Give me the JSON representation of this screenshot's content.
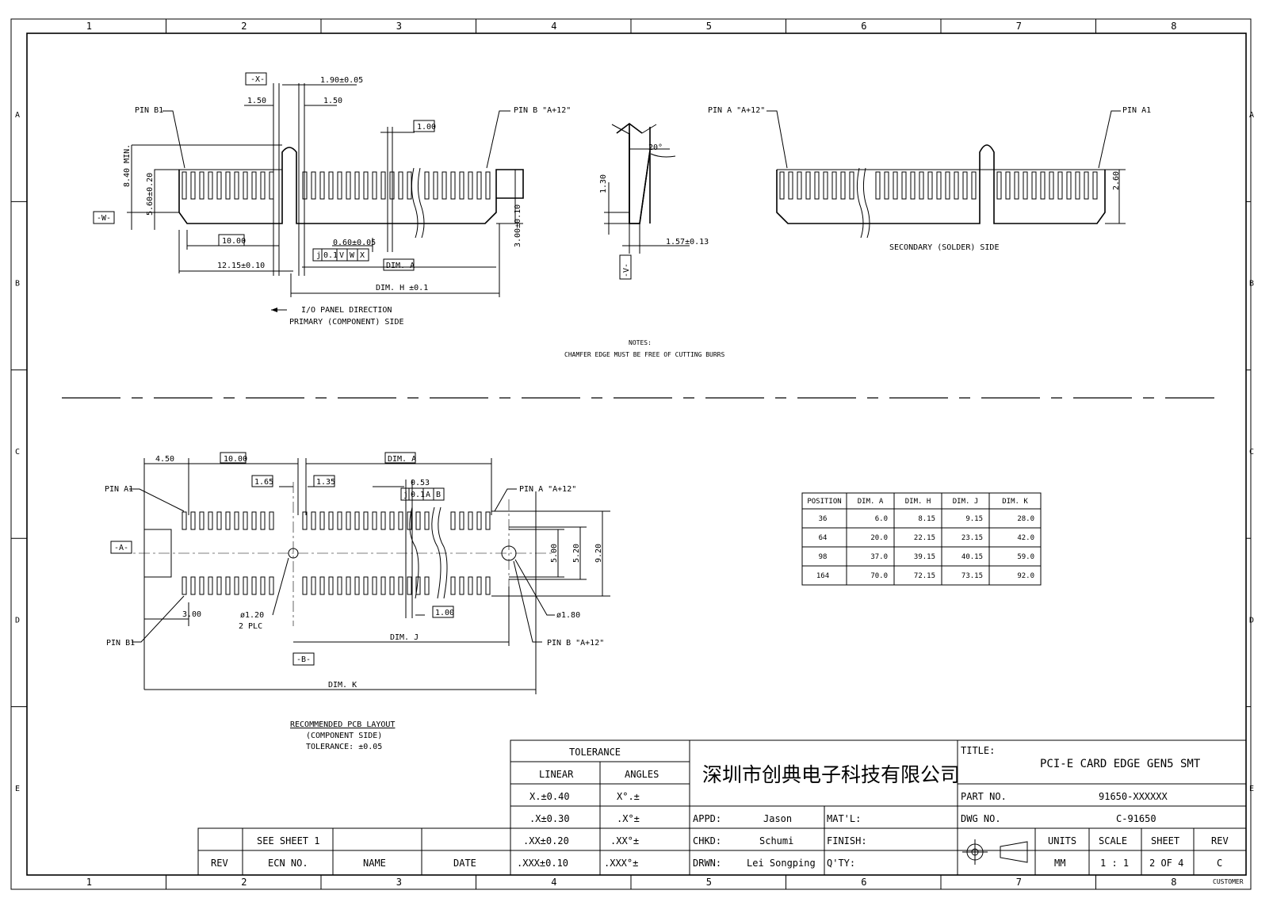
{
  "frame": {
    "col_zones": [
      "1",
      "2",
      "3",
      "4",
      "5",
      "6",
      "7",
      "8"
    ],
    "row_zones": [
      "A",
      "B",
      "C",
      "D",
      "E"
    ]
  },
  "primary_view": {
    "x_datum": "-X-",
    "w_datum": "-W-",
    "pin_b1": "PIN B1",
    "pin_b_last": "PIN B \"A+12\"",
    "dim_190": "1.90±0.05",
    "dim_150_left": "1.50",
    "dim_150_right": "1.50",
    "dim_100": "1.00",
    "dim_840": "8.40 MIN.",
    "dim_560": "5.60±0.20",
    "dim_300": "3.00±0.10",
    "dim_10": "10.00",
    "dim_1215": "12.15±0.10",
    "dim_060": "0.60±0.05",
    "fcf": [
      "j",
      "0.1",
      "V",
      "W",
      "X"
    ],
    "dim_a": "DIM. A",
    "dim_h": "DIM. H ±0.1",
    "io_dir": "I/O PANEL DIRECTION",
    "caption": "PRIMARY (COMPONENT) SIDE"
  },
  "chamfer_view": {
    "angle": "20°",
    "dim_130": "1.30",
    "dim_157": "1.57±0.13",
    "v_datum": "-V-"
  },
  "secondary_view": {
    "pin_a_last": "PIN A \"A+12\"",
    "pin_a1": "PIN A1",
    "dim_260": "2.60",
    "caption": "SECONDARY (SOLDER) SIDE"
  },
  "notes": {
    "title": "NOTES:",
    "line1": "CHAMFER EDGE MUST BE FREE OF CUTTING BURRS"
  },
  "pcb_layout": {
    "dim_450": "4.50",
    "dim_10": "10.00",
    "dim_a": "DIM. A",
    "dim_165": "1.65",
    "dim_135": "1.35",
    "dim_053": "0.53",
    "fcf": [
      "j",
      "0.1",
      "A",
      "B"
    ],
    "pin_a1": "PIN A1",
    "pin_a_last": "PIN A \"A+12\"",
    "a_datum": "-A-",
    "dim_500": "5.00",
    "dim_520": "5.20",
    "dim_920": "9.20",
    "pin_b1": "PIN B1",
    "dim_300": "3.00",
    "hole_120": "ø1.20",
    "hole_120_qty": "2 PLC",
    "dim_100": "1.00",
    "hole_180": "ø1.80",
    "pin_b_last": "PIN B \"A+12\"",
    "dim_j": "DIM. J",
    "b_datum": "-B-",
    "dim_k": "DIM. K",
    "caption1": "RECOMMENDED PCB LAYOUT",
    "caption2": "(COMPONENT SIDE)",
    "caption3": "TOLERANCE: ±0.05"
  },
  "dim_table": {
    "headers": [
      "POSITION",
      "DIM. A",
      "DIM. H",
      "DIM. J",
      "DIM. K"
    ],
    "rows": [
      [
        "36",
        "6.0",
        "8.15",
        "9.15",
        "28.0"
      ],
      [
        "64",
        "20.0",
        "22.15",
        "23.15",
        "42.0"
      ],
      [
        "98",
        "37.0",
        "39.15",
        "40.15",
        "59.0"
      ],
      [
        "164",
        "70.0",
        "72.15",
        "73.15",
        "92.0"
      ]
    ]
  },
  "title_block": {
    "tolerance": "TOLERANCE",
    "linear": "LINEAR",
    "angles": "ANGLES",
    "tol_rows": [
      [
        "X.±0.40",
        "X°.±"
      ],
      [
        ".X±0.30",
        ".X°±"
      ],
      [
        ".XX±0.20",
        ".XX°±"
      ],
      [
        ".XXX±0.10",
        ".XXX°±"
      ]
    ],
    "company": "深圳市创典电子科技有限公司",
    "appd_label": "APPD:",
    "appd": "Jason",
    "chkd_label": "CHKD:",
    "chkd": "Schumi",
    "drwn_label": "DRWN:",
    "drwn": "Lei Songping",
    "matl": "MAT'L:",
    "finish": "FINISH:",
    "qty": "Q'TY:",
    "title_label": "TITLE:",
    "title": "PCI-E CARD EDGE GEN5 SMT",
    "part_label": "PART NO.",
    "part_no": "91650-XXXXXX",
    "dwg_label": "DWG NO.",
    "dwg_no": "C-91650",
    "units_label": "UNITS",
    "units": "MM",
    "scale_label": "SCALE",
    "scale": "1 : 1",
    "sheet_label": "SHEET",
    "sheet": "2 OF 4",
    "rev_label": "REV",
    "rev": "C",
    "customer": "CUSTOMER"
  },
  "revision_block": {
    "see_sheet": "SEE SHEET 1",
    "rev": "REV",
    "ecn": "ECN NO.",
    "name": "NAME",
    "date": "DATE"
  }
}
